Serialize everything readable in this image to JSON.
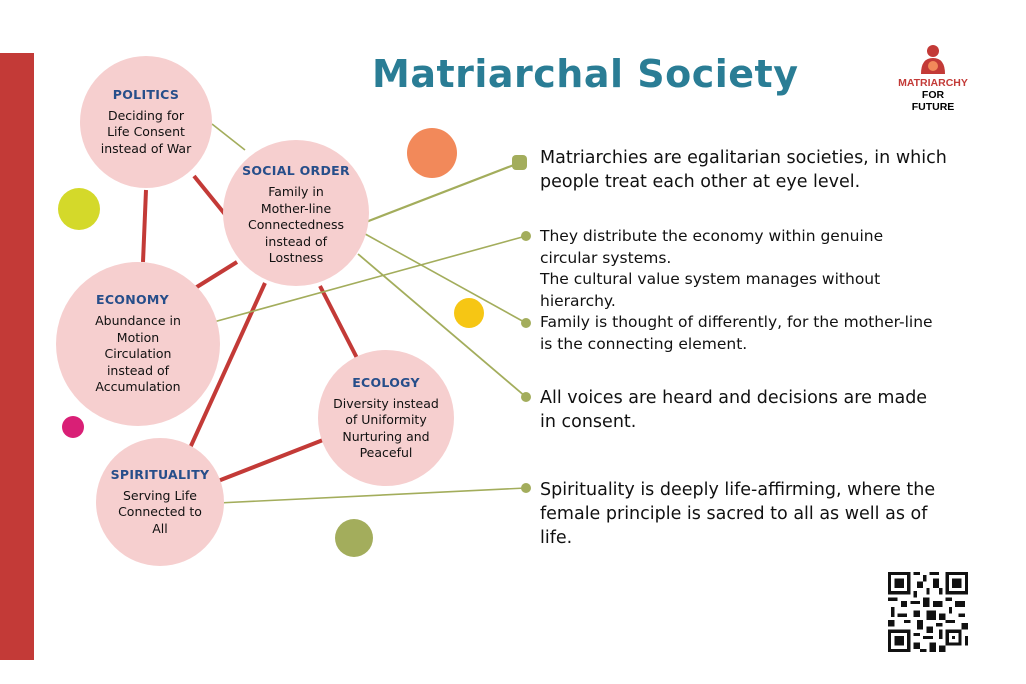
{
  "title": "Matriarchal Society",
  "logo": {
    "line1": "MATRIARCHY",
    "line2": "FOR",
    "line3": "FUTURE"
  },
  "colors": {
    "title": "#2a7d95",
    "side_bar": "#c33a37",
    "node_fill": "#f6cfcf",
    "node_heading": "#274e8a",
    "red_link": "#c33a37",
    "green_link": "#a3ad5c"
  },
  "nodes": {
    "politics": {
      "heading": "POLITICS",
      "lines": [
        "Deciding for",
        "Life Consent",
        "instead of War"
      ]
    },
    "social_order": {
      "heading": "SOCIAL ORDER",
      "lines": [
        "Family in",
        "Mother-line",
        "Connectedness",
        "instead of",
        "Lostness"
      ]
    },
    "economy": {
      "heading": "ECONOMY",
      "lines": [
        "Abundance in",
        "Motion",
        "Circulation",
        "instead of",
        "Accumulation"
      ]
    },
    "ecology": {
      "heading": "ECOLOGY",
      "lines": [
        "Diversity instead",
        "of Uniformity",
        "Nurturing and",
        "Peaceful"
      ]
    },
    "spirituality": {
      "heading": "SPIRITUALITY",
      "lines": [
        "Serving Life",
        "Connected to",
        "All"
      ]
    }
  },
  "statements": {
    "s1": [
      "Matriarchies are egalitarian societies, in which",
      "people treat each other at eye level."
    ],
    "s2": [
      "They distribute the economy within genuine",
      "circular systems.",
      "The cultural value system manages without",
      "hierarchy.",
      "Family is thought of differently, for the mother-line",
      "is the connecting element."
    ],
    "s3": [
      "All voices are heard and decisions are made",
      "in consent."
    ],
    "s4": [
      "Spirituality is deeply life-affirming, where the",
      "female principle is sacred to all as well as of",
      "life."
    ]
  },
  "decorative_dots": [
    "#f2895a",
    "#d4d92a",
    "#f6c614",
    "#d91f76",
    "#a3ad5c"
  ],
  "qr_code": "qr-code"
}
